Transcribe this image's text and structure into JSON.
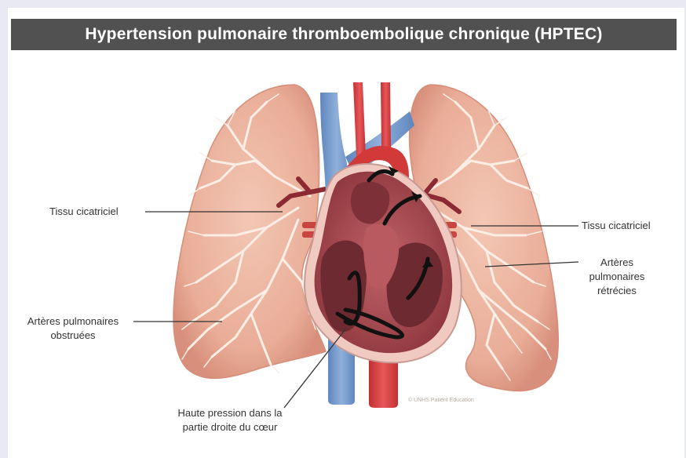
{
  "title": "Hypertension pulmonaire thromboembolique chronique (HPTEC)",
  "labels": {
    "left_scar": "Tissu cicatriciel",
    "right_scar": "Tissu cicatriciel",
    "obstructed_line1": "Artères pulmonaires",
    "obstructed_line2": "obstruées",
    "narrowed_line1": "Artères",
    "narrowed_line2": "pulmonaires",
    "narrowed_line3": "rétrécies",
    "pressure_line1": "Haute pression dans la",
    "pressure_line2": "partie droite du cœur"
  },
  "copyright": "© UNHS Patient Education",
  "colors": {
    "title_bar": "#515151",
    "page_bg": "#e9e9f4",
    "lung": "#eab49f",
    "artery_red": "#d23a3a",
    "vein_blue": "#6f93c4",
    "heart": "#a8484f"
  }
}
